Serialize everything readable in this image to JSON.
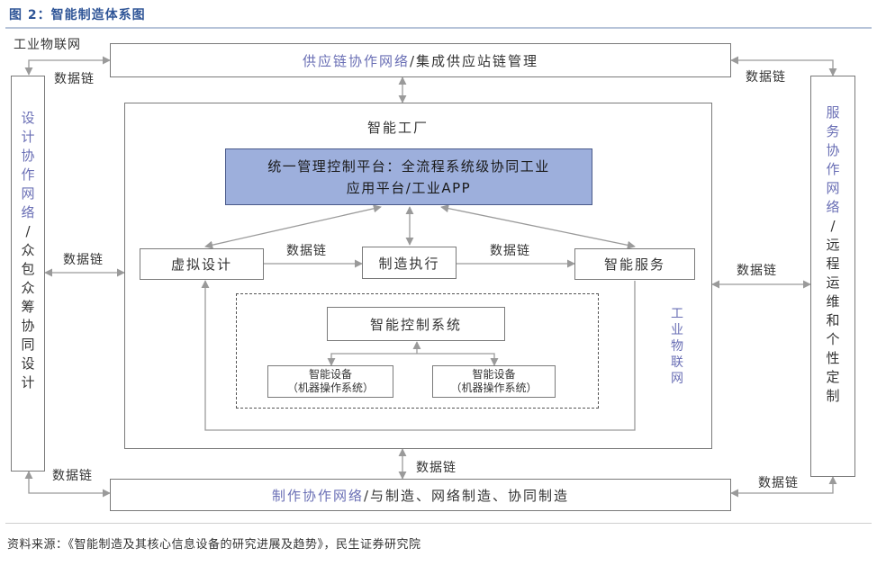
{
  "figure": {
    "title": "图 2：智能制造体系图",
    "title_color": "#2f5597",
    "source": "资料来源：《智能制造及其核心信息设备的研究进展及趋势》，民生证券研究院"
  },
  "labels": {
    "iot_top_left": "工业物联网",
    "iot_right": "工业物联网",
    "data_link": "数据链"
  },
  "top_box": {
    "blue_part": "供应链协作网络",
    "black_part": "/集成供应站链管理"
  },
  "bottom_box": {
    "blue_part": "制作协作网络",
    "black_part": "/与制造、网络制造、协同制造"
  },
  "left_column": {
    "blue_part": "设计协作网络",
    "slash": "/",
    "black_part": "众包众筹协同设计"
  },
  "right_column": {
    "blue_part": "服务协作网络",
    "slash": "/",
    "black_part": "远程运维和个性定制"
  },
  "factory": {
    "title": "智能工厂",
    "platform_line1": "统一管理控制平台：全流程系统级协同工业",
    "platform_line2": "应用平台/工业APP",
    "platform_fill": "#9dafdc",
    "virtual_design": "虚拟设计",
    "manufacturing_exec": "制造执行",
    "smart_service": "智能服务",
    "control_system": "智能控制系统",
    "device_1": "智能设备",
    "device_1_sub": "（机器操作系统）",
    "device_2": "智能设备",
    "device_2_sub": "（机器操作系统）"
  }
}
